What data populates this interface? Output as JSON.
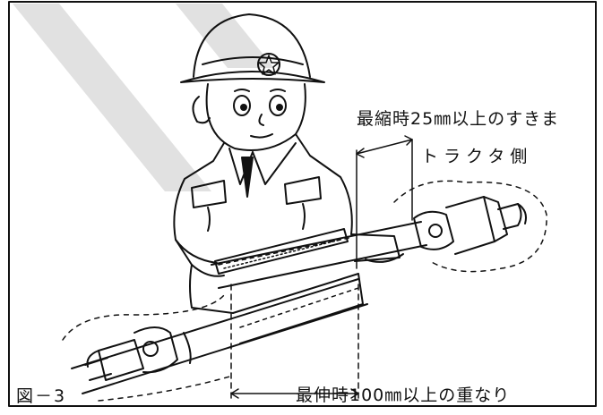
{
  "labels": {
    "min_clearance": "最縮時25㎜以上のすきま",
    "tractor_side": "トラクタ側",
    "max_overlap": "最伸時100㎜以上の重なり",
    "figure_number": "図－3"
  },
  "icons": {
    "helmet_emblem": "star-emblem-icon"
  },
  "colors": {
    "line": "#111111",
    "background": "#ffffff",
    "watermark": "#dcdcdc"
  }
}
